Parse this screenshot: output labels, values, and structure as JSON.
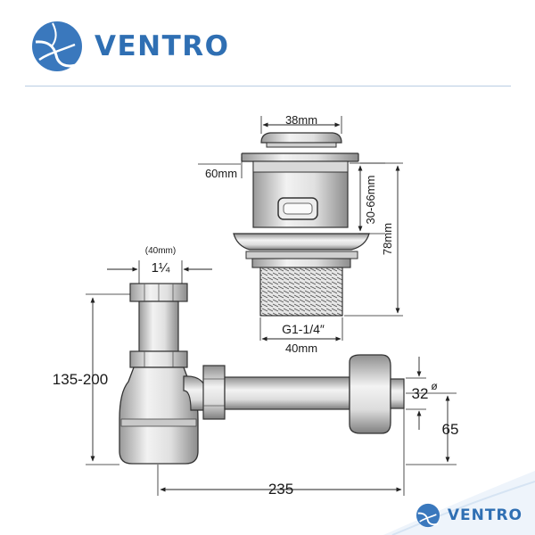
{
  "brand": {
    "name": "VENTRO",
    "color": "#2f6fb3",
    "icon": "ventro-globe-icon"
  },
  "diagram": {
    "valve": {
      "cap_width": "38mm",
      "flange_thickness": "60mm",
      "clamp_range": "30-66mm",
      "total_height": "78mm",
      "thread": "G1-1/4″",
      "thread_width": "40mm"
    },
    "siphon": {
      "inlet_note": "(40mm)",
      "inlet_size": "1¼",
      "height_range": "135-200",
      "outlet_diameter": "32",
      "diameter_symbol": "ø",
      "outlet_height": "65",
      "length": "235"
    }
  }
}
